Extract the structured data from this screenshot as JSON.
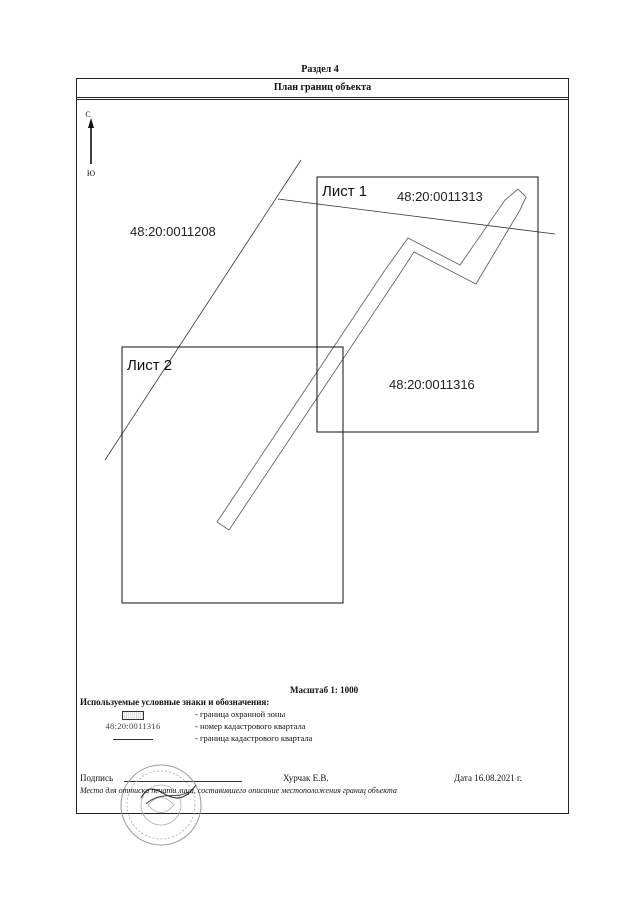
{
  "document": {
    "section": "Раздел 4",
    "header": "План границ объекта"
  },
  "map": {
    "compass": {
      "north": "С",
      "south": "Ю"
    },
    "quarters": [
      {
        "id": "48:20:0011208"
      },
      {
        "id": "48:20:0011313"
      },
      {
        "id": "48:20:0011316"
      }
    ],
    "sheets": [
      {
        "label": "Лист 1"
      },
      {
        "label": "Лист 2"
      }
    ]
  },
  "scale": "Масштаб 1: 1000",
  "legend": {
    "title": "Используемые условные знаки и обозначения:",
    "items": [
      {
        "symbol": "zone-hatch",
        "desc": "- граница охранной зоны"
      },
      {
        "symbol_text": "48:20:0011316",
        "desc": "- номер кадастрового квартала"
      },
      {
        "symbol": "thin-line",
        "desc": "- граница кадастрового квартала"
      }
    ]
  },
  "signature": {
    "label": "Подпись",
    "signer": "Хурчак Е.В.",
    "date": "Дата 16.08.2021 г.",
    "note": "Место для оттиска печати лица, составившего описание местоположения границ объекта",
    "handwritten": "Хурч"
  }
}
